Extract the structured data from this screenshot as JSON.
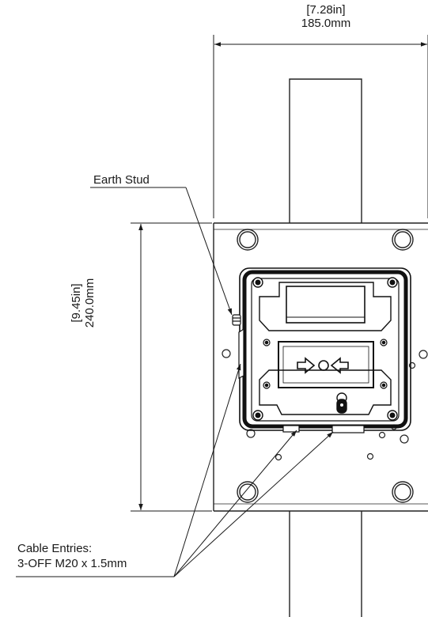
{
  "drawing": {
    "width_dim": {
      "inches": "[7.28in]",
      "mm": "185.0mm"
    },
    "height_dim": {
      "inches": "[9.45in]",
      "mm": "240.0mm"
    },
    "callouts": {
      "earth_stud": "Earth Stud",
      "cable_entries_line1": "Cable Entries:",
      "cable_entries_line2": "3-OFF M20 x 1.5mm"
    }
  }
}
